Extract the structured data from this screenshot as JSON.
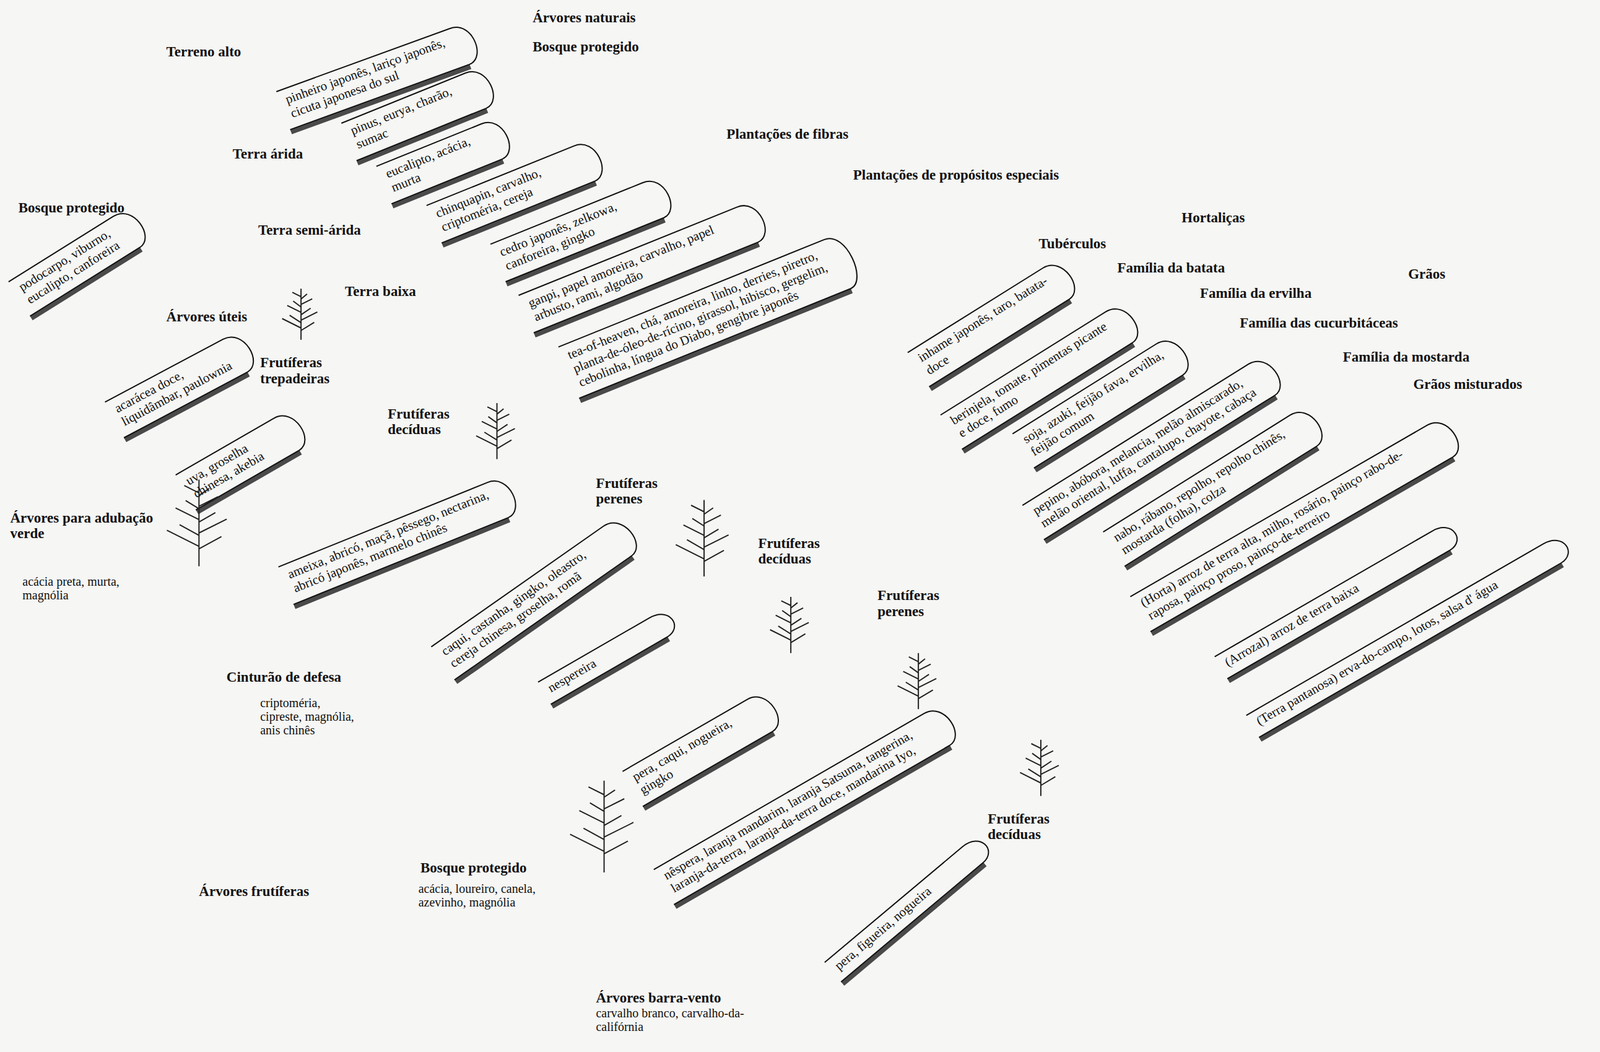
{
  "diagram": {
    "nodes": [
      {
        "text": [
          "pinheiro japonês, lariço japonês, cicuta japonesa do sul"
        ]
      },
      {
        "text": [
          "pinus, eurya, charão, sumac"
        ]
      },
      {
        "text": [
          "eucalipto, acácia, murta"
        ]
      },
      {
        "text": [
          "chinquapin, carvalho, criptoméria, cereja"
        ]
      },
      {
        "text": [
          "cedro japonês, zelkowa, canforeira, gingko"
        ]
      },
      {
        "text": [
          "ganpi, papel amoreira, carvalho, papel arbusto, rami, algodão"
        ]
      },
      {
        "text": [
          "tea-of-heaven, chá, amoreira, linho, derries, piretro, planta-de-óleo-de-rícino, girassol, hibisco, gergelim, cebolinha, língua do Diabo, gengibre japonês"
        ]
      },
      {
        "text": [
          "inhame japonês, taro, batata-doce"
        ]
      },
      {
        "text": [
          "berinjela, tomate, pimentas picante e doce, fumo"
        ]
      },
      {
        "text": [
          "soja, azuki, feijão fava, ervilha, feijão comum"
        ]
      },
      {
        "text": [
          "pepino, abóbora, melancia, melão almiscarado, melão oriental, luffa, cantalupo, chayote, cabaça"
        ]
      },
      {
        "text": [
          "nabo, rábano, repolho, repolho chinês, mostarda (folha), colza"
        ]
      },
      {
        "text": [
          "(Horta) arroz de terra alta, milho, rosário, painço rabo-de-raposa, painço proso, painço-de-terreiro"
        ]
      },
      {
        "text": [
          "(Arrozal) arroz de terra baixa"
        ]
      },
      {
        "text": [
          "(Terra pantanosa) erva-do-campo, lotos, salsa d' água"
        ]
      },
      {
        "text": [
          "podocarpo, viburno, eucalipto, canforeira"
        ]
      },
      {
        "text": [
          "acarácea doce, liquidâmbar, paulownia"
        ]
      },
      {
        "text": [
          "uva, groselha chinesa, akebia"
        ]
      },
      {
        "text": [
          "ameixa, abricó, maçã, pêssego, nectarina, abricó japonês, marmelo chinês"
        ]
      },
      {
        "text": [
          "caqui, castanha, gingko, oleastro, cereja chinesa, groselha, romã"
        ]
      },
      {
        "text": [
          "nespereira"
        ]
      },
      {
        "text": [
          "pera, caqui, nogueira, gingko"
        ]
      },
      {
        "text": [
          "nêspera, laranja mandarim, laranja Satsuma, tangerina, laranja-da-terra, laranja-da-terra doce, mandarina Iyo,"
        ]
      },
      {
        "text": [
          "pera, figueira, nogueira"
        ]
      }
    ],
    "labels": [
      "Terreno alto",
      "Árvores naturais",
      "Bosque protegido",
      "Terra árida",
      "Plantações de fibras",
      "Plantações de propósitos especiais",
      "Terra semi-árida",
      "Terra baixa",
      "Hortaliças",
      "Tubérculos",
      "Família da batata",
      "Grãos",
      "Família da ervilha",
      "Família das cucurbitáceas",
      "Família da mostarda",
      "Grãos misturados",
      "Bosque protegido",
      "Árvores úteis",
      "Frutíferas trepadeiras",
      "Frutíferas decíduas",
      "Árvores para adubação verde",
      "acácia preta, murta, magnólia",
      "Frutíferas perenes",
      "Frutíferas decíduas",
      "Frutíferas perenes",
      "Cinturão de defesa",
      "criptoméria, cipreste, magnólia, anis chinês",
      "Frutíferas decíduas",
      "Árvores frutíferas",
      "Bosque protegido",
      "acácia, loureiro, canela, azevinho, magnólia",
      "Árvores barra-vento",
      "carvalho branco, carvalho-da-califórnia"
    ]
  }
}
